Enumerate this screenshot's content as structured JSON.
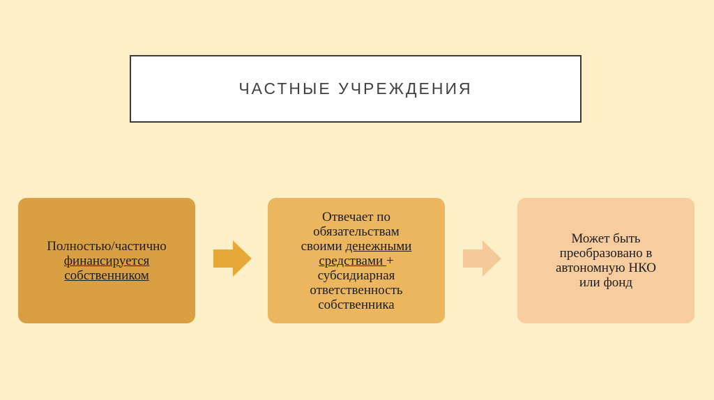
{
  "title": "ЧАСТНЫЕ УЧРЕЖДЕНИЯ",
  "steps": [
    {
      "line1": "Полностью/частично",
      "line2_u": "финансируется",
      "line3_u": "собственником"
    },
    {
      "line1": "Отвечает по",
      "line2": "обязательствам",
      "line3_pre": "своими ",
      "line3_u": "денежными",
      "line4_u": "средствами ",
      "line4_post": "+",
      "line5": "субсидиарная",
      "line6": "ответственность",
      "line7": "собственника"
    },
    {
      "line1": "Может быть",
      "line2": "преобразовано в",
      "line3": "автономную НКО",
      "line4": "или фонд"
    }
  ],
  "colors": {
    "background": "#fdf0c8",
    "box1": "#d9a043",
    "box2": "#ebb65e",
    "box3": "#f7cc9e",
    "arrow1": "#e8a838",
    "arrow2": "#f5c99a"
  },
  "icons": [
    "arrow-right-icon",
    "arrow-right-icon"
  ]
}
